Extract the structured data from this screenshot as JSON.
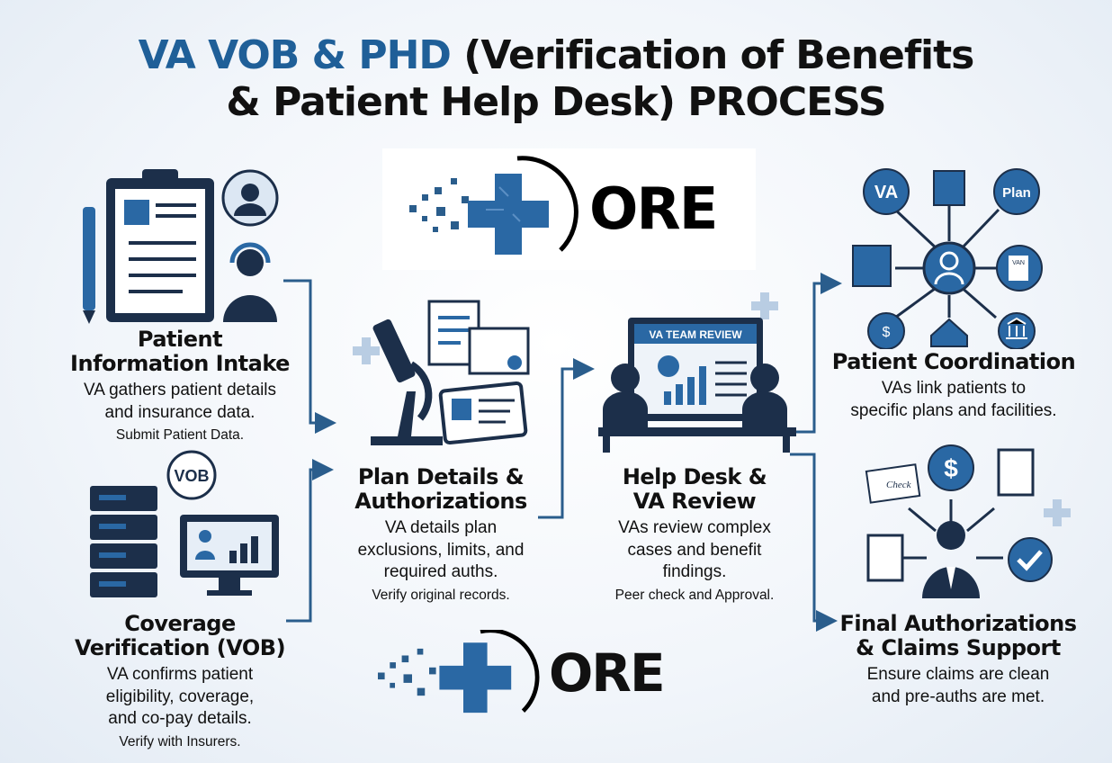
{
  "title": {
    "accent": "VA VOB & PHD",
    "line1_rest": " (Verification of Benefits",
    "line2": "& Patient Help Desk) PROCESS"
  },
  "logo": {
    "text": "ORE"
  },
  "steps": {
    "intake": {
      "title1": "Patient",
      "title2": "Information Intake",
      "desc1": "VA gathers patient details",
      "desc2": "and insurance data.",
      "note": "Submit Patient Data."
    },
    "coverage": {
      "title1": "Coverage",
      "title2": "Verification (VOB)",
      "desc1": "VA confirms patient",
      "desc2": "eligibility, coverage,",
      "desc3": "and co-pay details.",
      "note": "Verify with Insurers.",
      "badge": "VOB"
    },
    "plan": {
      "title1": "Plan Details &",
      "title2": "Authorizations",
      "desc1": "VA details plan",
      "desc2": "exclusions, limits, and",
      "desc3": "required auths.",
      "note": "Verify original records."
    },
    "helpdesk": {
      "title1": "Help Desk &",
      "title2": "VA Review",
      "desc1": "VAs review complex",
      "desc2": "cases and benefit",
      "desc3": "findings.",
      "note": "Peer check and Approval.",
      "screen": "VA TEAM REVIEW"
    },
    "coordination": {
      "title": "Patient Coordination",
      "desc1": "VAs link patients to",
      "desc2": "specific plans and facilities.",
      "node_va": "VA",
      "node_plan": "Plan",
      "doc_label": "VAN"
    },
    "final": {
      "title1": "Final Authorizations",
      "title2": "& Claims Support",
      "desc1": "Ensure claims are clean",
      "desc2": "and pre-auths are met.",
      "check_label": "Check"
    }
  },
  "colors": {
    "accent": "#1f5f98",
    "dark": "#1c2f4a",
    "arrow": "#2a5d8c"
  }
}
